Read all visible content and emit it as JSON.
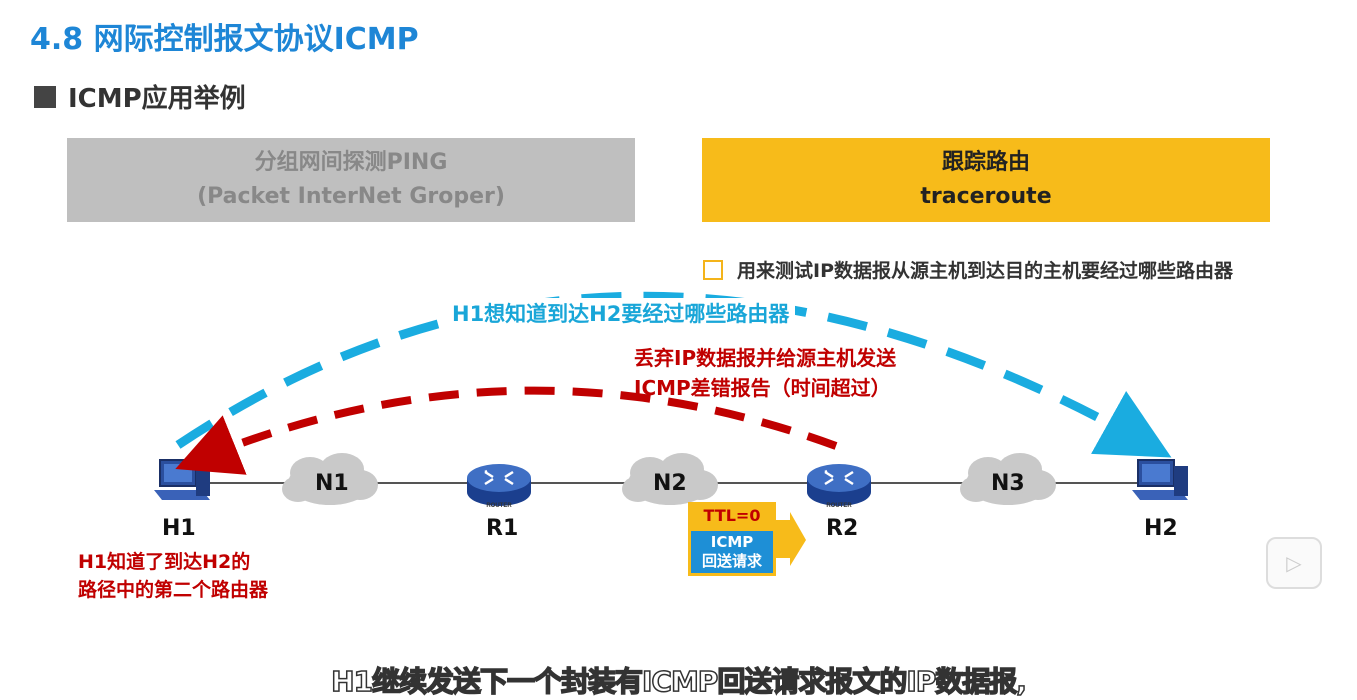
{
  "header": {
    "title": "4.8 网际控制报文协议ICMP",
    "subtitle": "ICMP应用举例"
  },
  "tabs": {
    "ping": {
      "title": "分组网间探测PING",
      "subtitle": "(Packet InterNet Groper)"
    },
    "trace": {
      "title": "跟踪路由",
      "subtitle": "traceroute"
    }
  },
  "bullet": "用来测试IP数据报从源主机到达目的主机要经过哪些路由器",
  "diagram": {
    "blue_label": "H1想知道到达H2要经过哪些路由器",
    "red_label_line1": "丢弃IP数据报并给源主机发送",
    "red_label_line2": "ICMP差错报告（时间超过）",
    "nodes": {
      "h1": "H1",
      "h2": "H2",
      "r1": "R1",
      "r2": "R2"
    },
    "networks": {
      "n1": "N1",
      "n2": "N2",
      "n3": "N3"
    },
    "router_tag": "ROUTER",
    "h1_note_line1": "H1知道了到达H2的",
    "h1_note_line2": "路径中的第二个路由器",
    "packet": {
      "ttl": "TTL=0",
      "line1": "ICMP",
      "line2": "回送请求"
    }
  },
  "caption": "H1继续发送下一个封装有ICMP回送请求报文的IP数据报,",
  "colors": {
    "blue": "#1e86d6",
    "gold": "#f7bb1a",
    "red": "#c00000",
    "arrow_blue": "#1aace0"
  },
  "icons": {
    "square_bullet": "square-icon",
    "host": "computer-icon",
    "router": "router-icon",
    "cloud": "cloud-icon",
    "play": "play-icon"
  }
}
